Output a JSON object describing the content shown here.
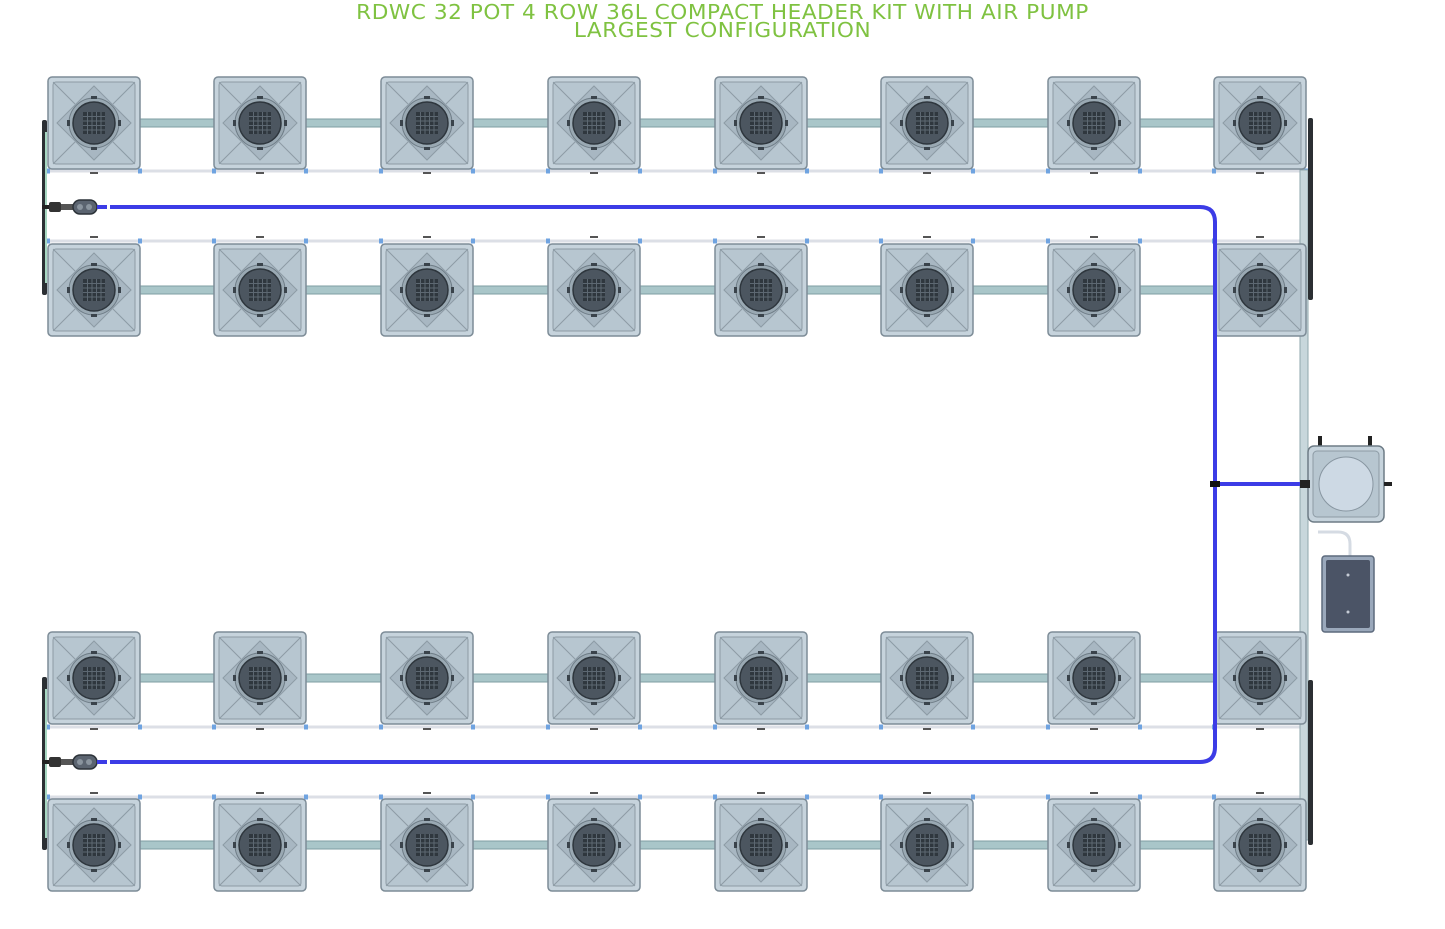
{
  "title_line_1": "RDWC 32 POT 4 ROW 36L COMPACT HEADER KIT WITH AIR PUMP",
  "title_line_2": "LARGEST CONFIGURATION",
  "layout": {
    "rows": 4,
    "pots_per_row": 8,
    "total_pots": 32,
    "header_tank_count": 1,
    "air_pump_count": 1
  },
  "colors": {
    "title": "#7fc241",
    "airline": "#3c3ce6",
    "pot_body": "#c6d3dc",
    "pot_lid": "#55606a",
    "pipe": "#a9c6c9"
  },
  "icons": [
    "pot-icon",
    "header-tank-icon",
    "air-pump-icon",
    "air-stone-icon"
  ]
}
